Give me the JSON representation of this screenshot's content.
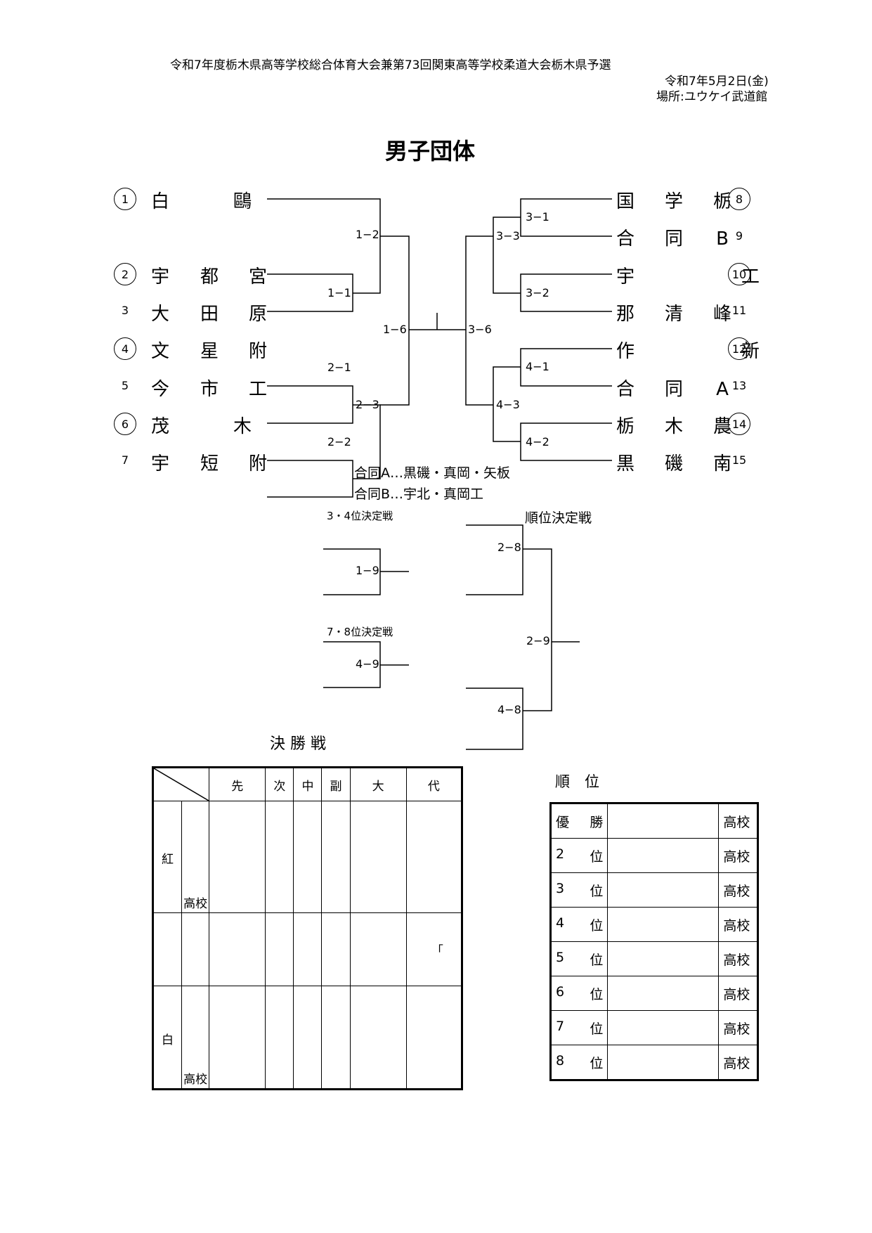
{
  "header": {
    "line1": "令和7年度栃木県高等学校総合体育大会兼第73回関東高等学校柔道大会栃木県予選",
    "date": "令和7年5月2日(金)",
    "venue": "場所:ユウケイ武道館"
  },
  "title": "男子団体",
  "left_teams": [
    {
      "seed": "1",
      "circled": true,
      "c1": "白",
      "c2": "",
      "c3": "鷗"
    },
    {
      "seed": "2",
      "circled": true,
      "c1": "宇",
      "c2": "都",
      "c3": "宮"
    },
    {
      "seed": "3",
      "circled": false,
      "c1": "大",
      "c2": "田",
      "c3": "原"
    },
    {
      "seed": "4",
      "circled": true,
      "c1": "文",
      "c2": "星",
      "c3": "附"
    },
    {
      "seed": "5",
      "circled": false,
      "c1": "今",
      "c2": "市",
      "c3": "工"
    },
    {
      "seed": "6",
      "circled": true,
      "c1": "茂",
      "c2": "",
      "c3": "木"
    },
    {
      "seed": "7",
      "circled": false,
      "c1": "宇",
      "c2": "短",
      "c3": "附"
    }
  ],
  "right_teams": [
    {
      "seed": "8",
      "circled": true,
      "c1": "国",
      "c2": "学",
      "c3": "栃"
    },
    {
      "seed": "9",
      "circled": false,
      "c1": "合",
      "c2": "同",
      "c3": "B"
    },
    {
      "seed": "10",
      "circled": true,
      "c1": "宇",
      "c2": "",
      "c3": "工"
    },
    {
      "seed": "11",
      "circled": false,
      "c1": "那",
      "c2": "清",
      "c3": "峰"
    },
    {
      "seed": "12",
      "circled": true,
      "c1": "作",
      "c2": "",
      "c3": "新"
    },
    {
      "seed": "13",
      "circled": false,
      "c1": "合",
      "c2": "同",
      "c3": "A"
    },
    {
      "seed": "14",
      "circled": true,
      "c1": "栃",
      "c2": "木",
      "c3": "農"
    },
    {
      "seed": "15",
      "circled": false,
      "c1": "黒",
      "c2": "磯",
      "c3": "南"
    }
  ],
  "matches": {
    "m1_1": "1−1",
    "m1_2": "1−2",
    "m2_1": "2−1",
    "m2_2": "2−2",
    "m2_3": "2−3",
    "m1_6": "1−6",
    "m3_6": "3−6",
    "m3_1": "3−1",
    "m3_2": "3−2",
    "m3_3": "3−3",
    "m4_1": "4−1",
    "m4_2": "4−2",
    "m4_3": "4−3",
    "m1_9": "1−9",
    "m4_9": "4−9",
    "m2_8": "2−8",
    "m4_8": "4−8",
    "m2_9": "2−9"
  },
  "notes": {
    "joint_a": "合同A…黒磯・真岡・矢板",
    "joint_b": "合同B…宇北・真岡工"
  },
  "playoffs": {
    "third_place": "3・4位決定戦",
    "seventh_place": "7・8位決定戦",
    "ranking": "順位決定戦"
  },
  "final_label": "決 勝 戦",
  "score_table": {
    "columns": [
      "先",
      "次",
      "中",
      "副",
      "大",
      "代"
    ],
    "red": "紅",
    "white": "白",
    "school": "高校",
    "mark": "「"
  },
  "ranking_title": "順　位",
  "ranking": {
    "rows": [
      {
        "a": "優",
        "b": "勝"
      },
      {
        "a": "2",
        "b": "位"
      },
      {
        "a": "3",
        "b": "位"
      },
      {
        "a": "4",
        "b": "位"
      },
      {
        "a": "5",
        "b": "位"
      },
      {
        "a": "6",
        "b": "位"
      },
      {
        "a": "7",
        "b": "位"
      },
      {
        "a": "8",
        "b": "位"
      }
    ],
    "suffix": "高校"
  }
}
